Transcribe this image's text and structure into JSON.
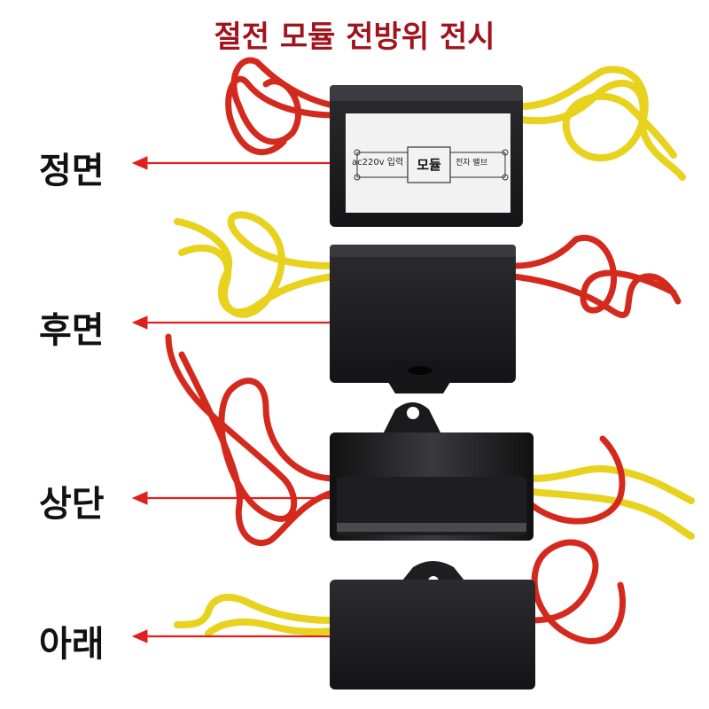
{
  "title": "절전 모듈 전방위 전시",
  "views": [
    {
      "label": "정면"
    },
    {
      "label": "후면"
    },
    {
      "label": "상단"
    },
    {
      "label": "아래"
    }
  ],
  "sticker": {
    "input_label": "ac220v 입력",
    "module_label": "모듈",
    "output_label": "전자 밸브"
  },
  "colors": {
    "title": "#a0141c",
    "arrow": "#e0201c",
    "red_wire": "#d42a1e",
    "yellow_wire": "#e8d21e",
    "body": "#1f1f22"
  }
}
